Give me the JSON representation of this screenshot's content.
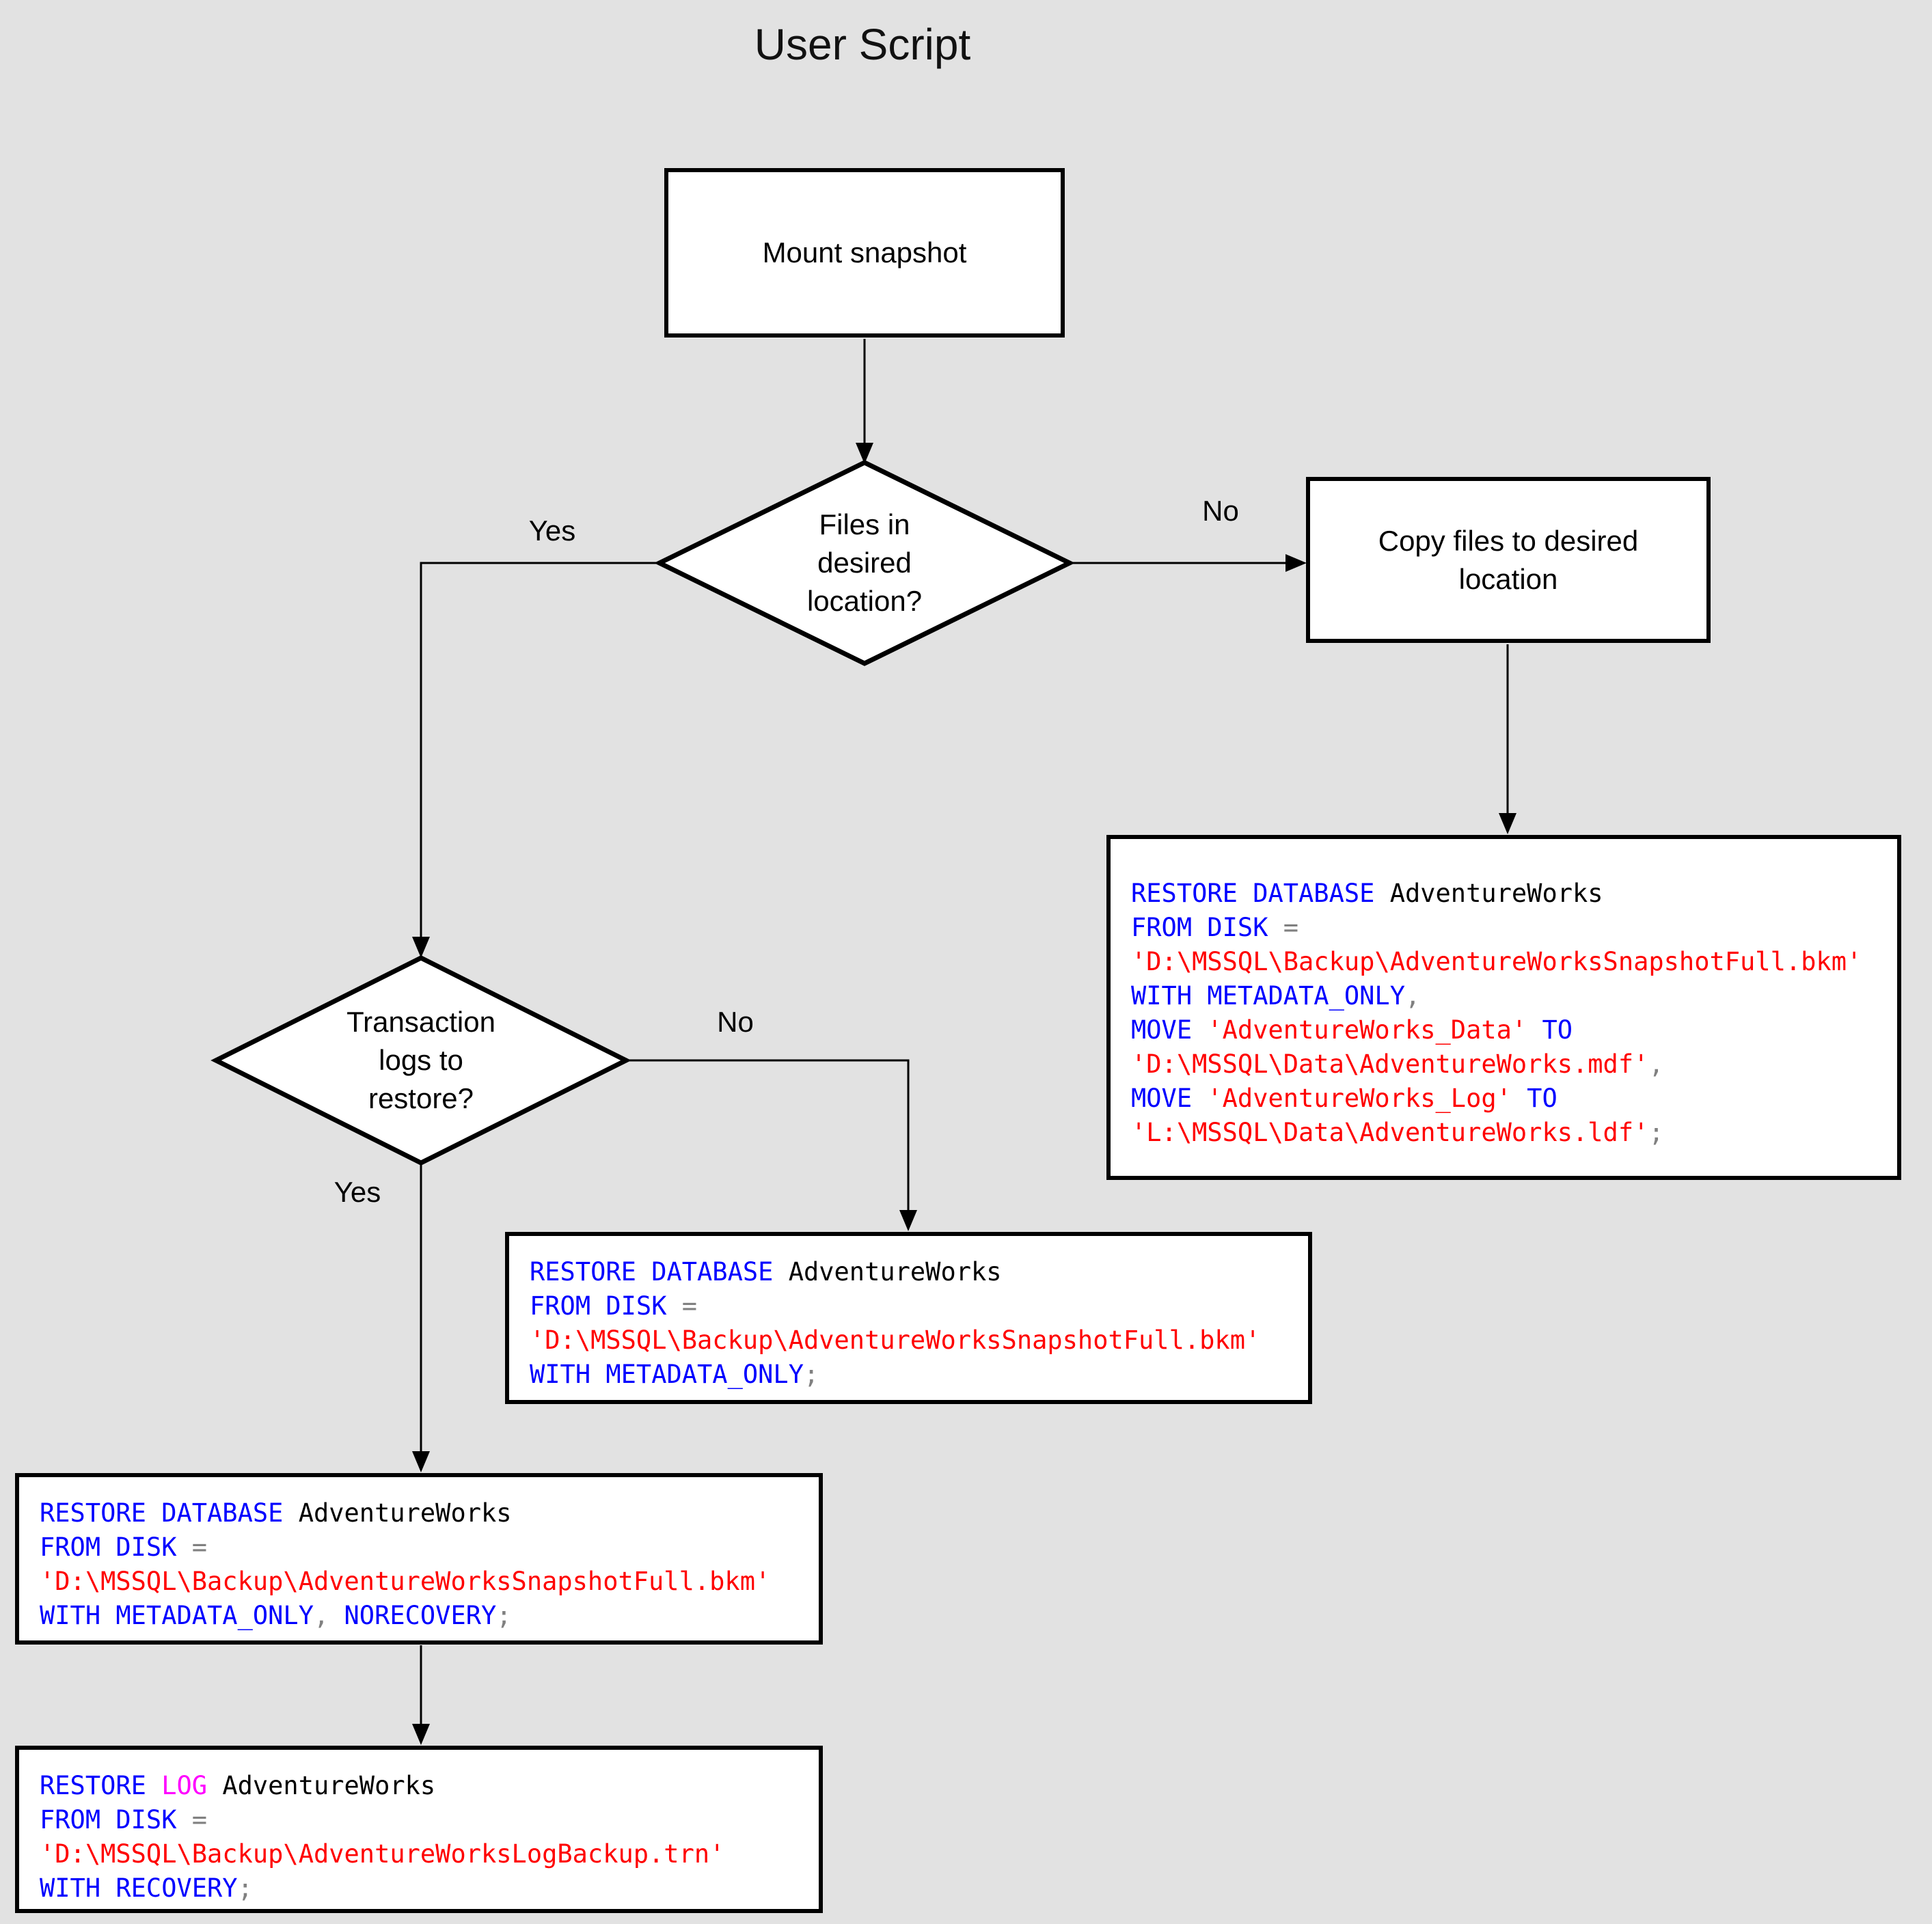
{
  "title": "User Script",
  "colors": {
    "background": "#e2e2e2",
    "shape_fill": "#ffffff",
    "shape_border": "#000000",
    "keyword": "#0000ff",
    "identifier": "#000000",
    "string": "#ff0000",
    "operator": "#808080",
    "log_keyword": "#ff00ff"
  },
  "nodes": {
    "mount_snapshot": {
      "label": "Mount snapshot"
    },
    "decision_files": {
      "line1": "Files in",
      "line2": "desired",
      "line3": "location?"
    },
    "copy_files": {
      "line1": "Copy files to desired",
      "line2": "location"
    },
    "decision_logs": {
      "line1": "Transaction",
      "line2": "logs to",
      "line3": "restore?"
    }
  },
  "edge_labels": {
    "files_yes": "Yes",
    "files_no": "No",
    "logs_yes": "Yes",
    "logs_no": "No"
  },
  "code_boxes": {
    "restore_move": {
      "lines": [
        [
          {
            "text": "RESTORE DATABASE",
            "type": "kw"
          },
          {
            "text": " AdventureWorks",
            "type": "id"
          }
        ],
        [
          {
            "text": "FROM DISK",
            "type": "kw"
          },
          {
            "text": " =",
            "type": "op"
          }
        ],
        [
          {
            "text": "'D:\\MSSQL\\Backup\\AdventureWorksSnapshotFull.bkm'",
            "type": "str"
          }
        ],
        [
          {
            "text": "WITH METADATA_ONLY",
            "type": "kw"
          },
          {
            "text": ",",
            "type": "op"
          }
        ],
        [
          {
            "text": "MOVE",
            "type": "kw"
          },
          {
            "text": " 'AdventureWorks_Data'",
            "type": "str"
          },
          {
            "text": " TO",
            "type": "kw"
          }
        ],
        [
          {
            "text": "'D:\\MSSQL\\Data\\AdventureWorks.mdf'",
            "type": "str"
          },
          {
            "text": ",",
            "type": "op"
          }
        ],
        [
          {
            "text": "MOVE",
            "type": "kw"
          },
          {
            "text": " 'AdventureWorks_Log'",
            "type": "str"
          },
          {
            "text": " TO",
            "type": "kw"
          }
        ],
        [
          {
            "text": "'L:\\MSSQL\\Data\\AdventureWorks.ldf'",
            "type": "str"
          },
          {
            "text": ";",
            "type": "op"
          }
        ]
      ]
    },
    "restore_metadata": {
      "lines": [
        [
          {
            "text": "RESTORE DATABASE",
            "type": "kw"
          },
          {
            "text": " AdventureWorks",
            "type": "id"
          }
        ],
        [
          {
            "text": "FROM DISK",
            "type": "kw"
          },
          {
            "text": " =",
            "type": "op"
          }
        ],
        [
          {
            "text": "'D:\\MSSQL\\Backup\\AdventureWorksSnapshotFull.bkm'",
            "type": "str"
          }
        ],
        [
          {
            "text": "WITH METADATA_ONLY",
            "type": "kw"
          },
          {
            "text": ";",
            "type": "op"
          }
        ]
      ]
    },
    "restore_norecovery": {
      "lines": [
        [
          {
            "text": "RESTORE DATABASE",
            "type": "kw"
          },
          {
            "text": " AdventureWorks",
            "type": "id"
          }
        ],
        [
          {
            "text": "FROM DISK",
            "type": "kw"
          },
          {
            "text": " =",
            "type": "op"
          }
        ],
        [
          {
            "text": "'D:\\MSSQL\\Backup\\AdventureWorksSnapshotFull.bkm'",
            "type": "str"
          }
        ],
        [
          {
            "text": "WITH METADATA_ONLY",
            "type": "kw"
          },
          {
            "text": ",",
            "type": "op"
          },
          {
            "text": " NORECOVERY",
            "type": "kw"
          },
          {
            "text": ";",
            "type": "op"
          }
        ]
      ]
    },
    "restore_log": {
      "lines": [
        [
          {
            "text": "RESTORE",
            "type": "kw"
          },
          {
            "text": " LOG",
            "type": "log"
          },
          {
            "text": " AdventureWorks",
            "type": "id"
          }
        ],
        [
          {
            "text": "FROM DISK",
            "type": "kw"
          },
          {
            "text": " =",
            "type": "op"
          }
        ],
        [
          {
            "text": "'D:\\MSSQL\\Backup\\AdventureWorksLogBackup.trn'",
            "type": "str"
          }
        ],
        [
          {
            "text": "WITH RECOVERY",
            "type": "kw"
          },
          {
            "text": ";",
            "type": "op"
          }
        ]
      ]
    }
  }
}
